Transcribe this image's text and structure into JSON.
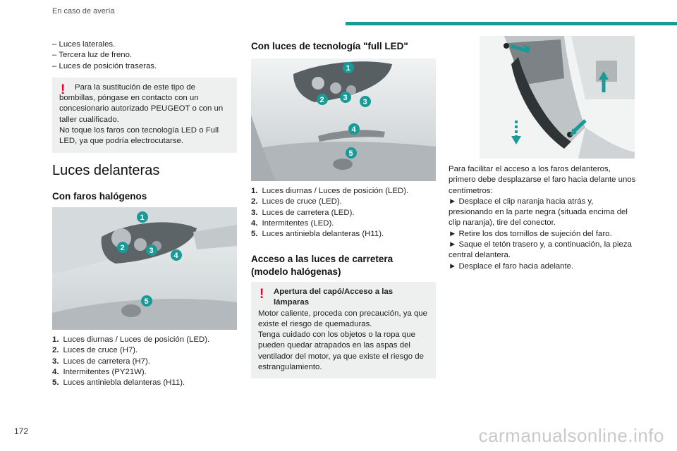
{
  "header": {
    "title": "En caso de avería"
  },
  "page_number": "172",
  "watermark": "carmanualsonline.info",
  "col1": {
    "dash_items": [
      "Luces laterales.",
      "Tercera luz de freno.",
      "Luces de posición traseras."
    ],
    "warning": {
      "line1": "Para la sustitución de este tipo de bombillas, póngase en contacto con un concesionario autorizado PEUGEOT o con un taller cualificado.",
      "line2": "No toque los faros con tecnología LED o Full LED, ya que podría electrocutarse."
    },
    "section_title": "Luces delanteras",
    "sub_title": "Con faros halógenos",
    "list": [
      {
        "n": "1.",
        "text": "Luces diurnas / Luces de posición (LED)."
      },
      {
        "n": "2.",
        "text": "Luces de cruce (H7)."
      },
      {
        "n": "3.",
        "text": "Luces de carretera (H7)."
      },
      {
        "n": "4.",
        "text": "Intermitentes (PY21W)."
      },
      {
        "n": "5.",
        "text": "Luces antiniebla delanteras (H11)."
      }
    ]
  },
  "col2": {
    "sub_title": "Con luces de tecnología \"full LED\"",
    "list": [
      {
        "n": "1.",
        "text": "Luces diurnas / Luces de posición (LED)."
      },
      {
        "n": "2.",
        "text": "Luces de cruce (LED)."
      },
      {
        "n": "3.",
        "text": "Luces de carretera (LED)."
      },
      {
        "n": "4.",
        "text": "Intermitentes (LED)."
      },
      {
        "n": "5.",
        "text": "Luces antiniebla delanteras (H11)."
      }
    ],
    "sub_title2": "Acceso a las luces de carretera (modelo halógenas)",
    "warning": {
      "title": "Apertura del capó/Acceso a las lámparas",
      "text1": "Motor caliente, proceda con precaución, ya que existe el riesgo de quemaduras.",
      "text2": "Tenga cuidado con los objetos o la ropa que pueden quedar atrapados en las aspas del ventilador del motor, ya que existe el riesgo de estrangulamiento."
    }
  },
  "col3": {
    "intro": "Para facilitar el acceso a los faros delanteros, primero debe desplazarse el faro hacia delante unos centímetros:",
    "steps": [
      "► Desplace el clip naranja hacia atrás y, presionando en la parte negra (situada encima del clip naranja), tire del conector.",
      "► Retire los dos tornillos de sujeción del faro.",
      "► Saque el tetón trasero y, a continuación, la pieza central delantera.",
      "► Desplace el faro hacia adelante."
    ]
  },
  "badges": [
    "1",
    "2",
    "3",
    "4",
    "5"
  ],
  "colors": {
    "accent": "#1a9a97",
    "warning": "#e4002b",
    "box_bg": "#eef0f0"
  }
}
